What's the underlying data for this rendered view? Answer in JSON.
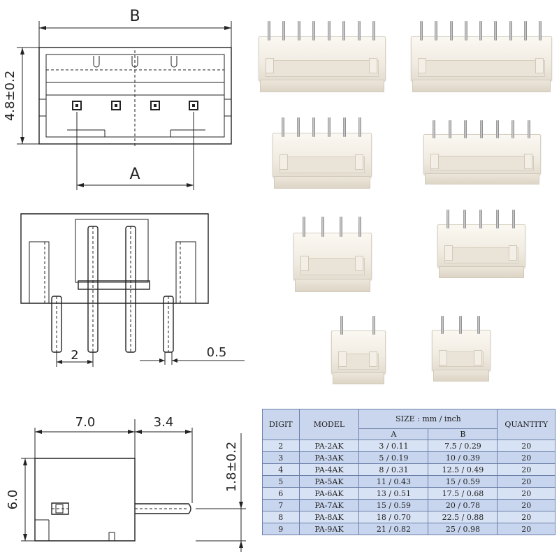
{
  "top_view": {
    "label_B": "B",
    "label_A": "A",
    "label_height": "4.8±0.2"
  },
  "front_view": {
    "label_pitch": "2",
    "label_pin": "0.5"
  },
  "side_view": {
    "label_depth": "7.0",
    "label_pin_len": "3.4",
    "label_height": "6.0",
    "label_pin_height": "1.8±0.2"
  },
  "table": {
    "headers": {
      "digit": "DIGIT",
      "model": "MODEL",
      "size": "SIZE : mm / inch",
      "a": "A",
      "b": "B",
      "quantity": "QUANTITY"
    },
    "rows": [
      {
        "digit": "2",
        "model": "PA-2AK",
        "a": "3 / 0.11",
        "b": "7.5 / 0.29",
        "qty": "20"
      },
      {
        "digit": "3",
        "model": "PA-3AK",
        "a": "5 / 0.19",
        "b": "10 / 0.39",
        "qty": "20"
      },
      {
        "digit": "4",
        "model": "PA-4AK",
        "a": "8 / 0.31",
        "b": "12.5 / 0.49",
        "qty": "20"
      },
      {
        "digit": "5",
        "model": "PA-5AK",
        "a": "11 / 0.43",
        "b": "15 / 0.59",
        "qty": "20"
      },
      {
        "digit": "6",
        "model": "PA-6AK",
        "a": "13 / 0.51",
        "b": "17.5 / 0.68",
        "qty": "20"
      },
      {
        "digit": "7",
        "model": "PA-7AK",
        "a": "15 / 0.59",
        "b": "20 / 0.78",
        "qty": "20"
      },
      {
        "digit": "8",
        "model": "PA-8AK",
        "a": "18 / 0.70",
        "b": "22.5 / 0.88",
        "qty": "20"
      },
      {
        "digit": "9",
        "model": "PA-9AK",
        "a": "21 / 0.82",
        "b": "25 / 0.98",
        "qty": "20"
      }
    ]
  },
  "photos": [
    {
      "pins": 8
    },
    {
      "pins": 9
    },
    {
      "pins": 6
    },
    {
      "pins": 7
    },
    {
      "pins": 4
    },
    {
      "pins": 5
    },
    {
      "pins": 2
    },
    {
      "pins": 3
    }
  ]
}
